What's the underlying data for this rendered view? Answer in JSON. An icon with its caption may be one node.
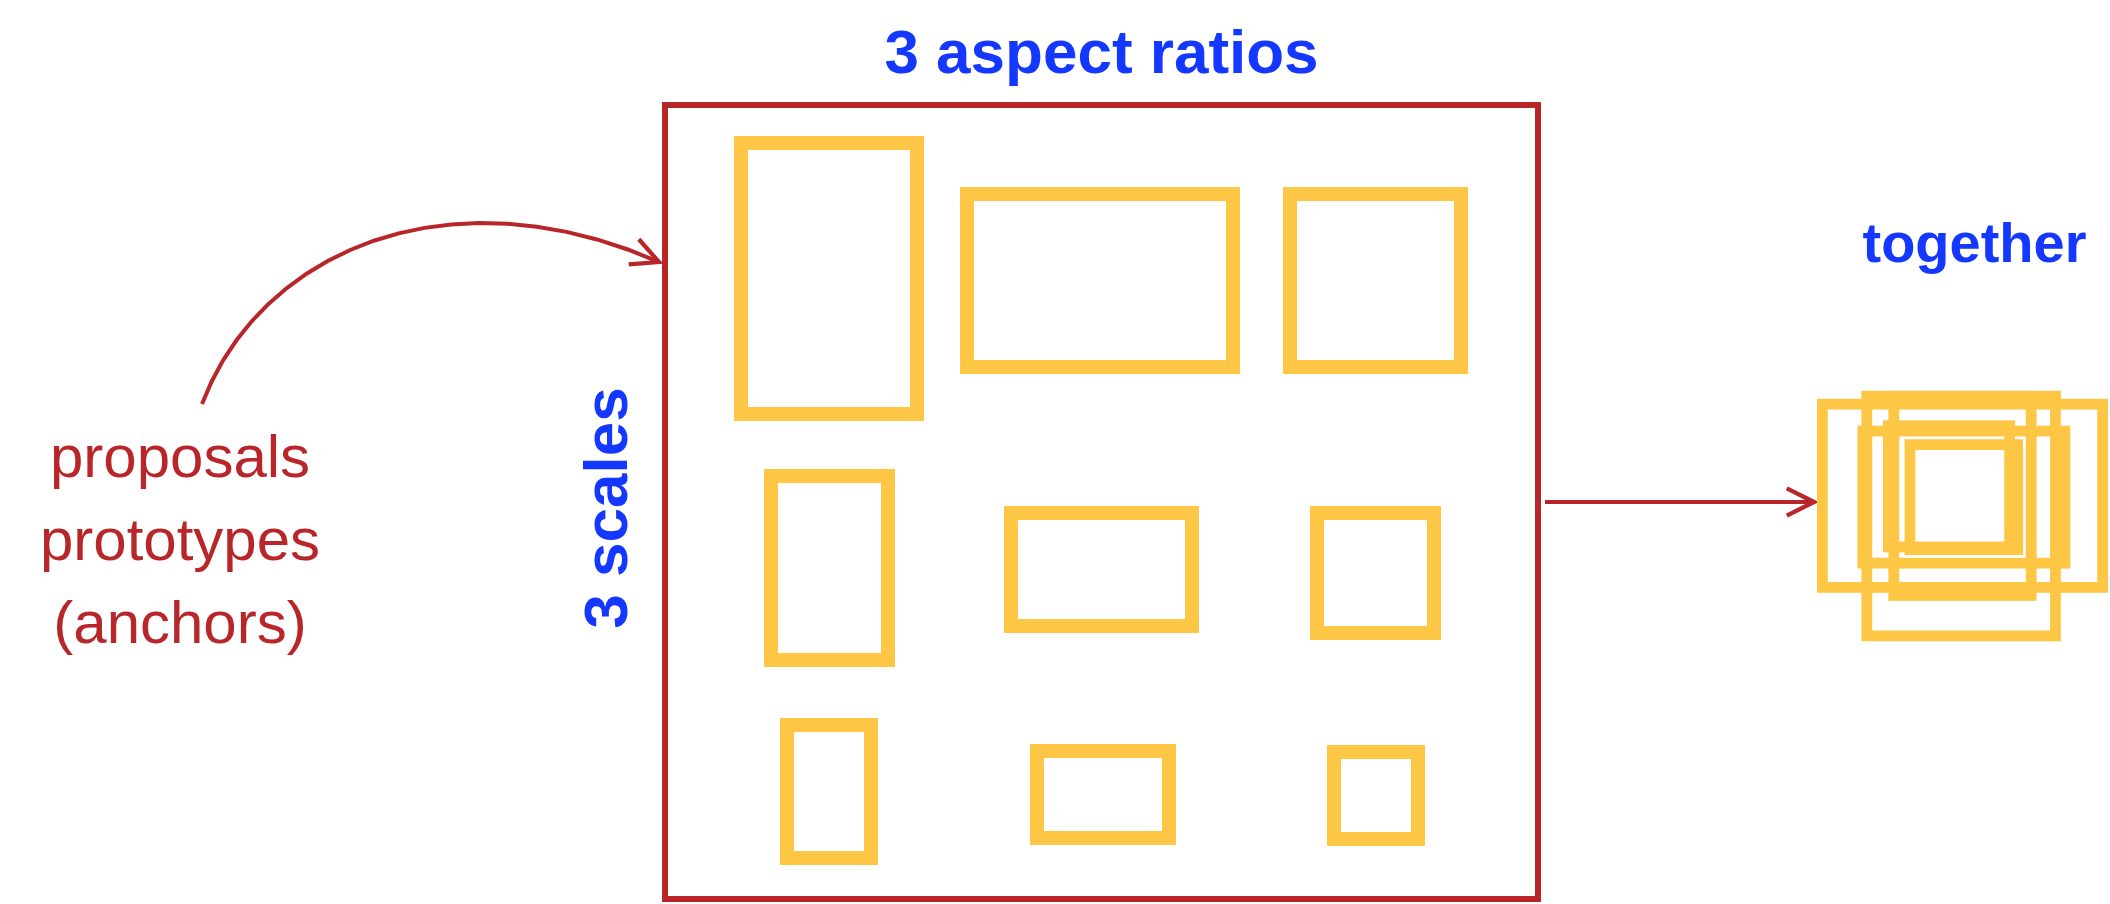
{
  "diagram": {
    "nodes": [
      {
        "text": [
          "proposals prototypes (anchors)"
        ]
      },
      {
        "text": [
          "3 aspect ratios",
          "3 scales"
        ]
      },
      {
        "text": [],
        "shape": "box",
        "in": 1
      },
      {
        "text": [],
        "shape": "box",
        "in": 1
      },
      {
        "text": [],
        "shape": "box",
        "in": 1
      },
      {
        "text": [],
        "shape": "box",
        "in": 1
      },
      {
        "text": [],
        "shape": "box",
        "in": 1
      },
      {
        "text": [],
        "shape": "box",
        "in": 1
      },
      {
        "text": [],
        "shape": "box",
        "in": 1
      },
      {
        "text": [],
        "shape": "box",
        "in": 1
      },
      {
        "text": [],
        "shape": "box",
        "in": 1
      },
      {
        "text": [
          "together"
        ]
      }
    ],
    "edges": [
      {
        "from": 0,
        "to": 1,
        "arrow": "to"
      },
      {
        "from": 1,
        "to": 11,
        "arrow": "to"
      }
    ]
  }
}
